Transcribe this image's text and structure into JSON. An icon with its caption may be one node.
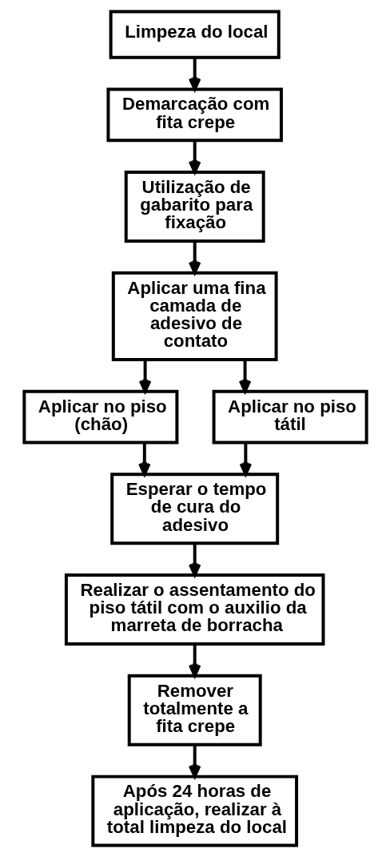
{
  "diagram": {
    "nodes": [
      {
        "text": [
          "Limpeza do local"
        ]
      },
      {
        "text": [
          "Demarcação com fita crepe"
        ]
      },
      {
        "text": [
          "Utilização de gabarito para fixação"
        ]
      },
      {
        "text": [
          "Aplicar uma fina camada de adesivo de contato"
        ]
      },
      {
        "text": [
          "Aplicar no piso (chão)"
        ]
      },
      {
        "text": [
          "Aplicar no piso tátil"
        ]
      },
      {
        "text": [
          "Esperar o tempo de cura do adesivo"
        ]
      },
      {
        "text": [
          "Realizar o assentamento do piso tátil com o auxilio da marreta de borracha"
        ]
      },
      {
        "text": [
          "Remover totalmente a fita crepe"
        ]
      },
      {
        "text": [
          "Após 24 horas de aplicação, realizar à total limpeza do local"
        ]
      }
    ],
    "edges": [
      {
        "from": 0,
        "to": 1,
        "arrow": "to"
      },
      {
        "from": 1,
        "to": 2,
        "arrow": "to"
      },
      {
        "from": 2,
        "to": 3,
        "arrow": "to"
      },
      {
        "from": 3,
        "to": 4,
        "arrow": "to"
      },
      {
        "from": 3,
        "to": 5,
        "arrow": "to"
      },
      {
        "from": 4,
        "to": 6,
        "arrow": "to"
      },
      {
        "from": 5,
        "to": 6,
        "arrow": "to"
      },
      {
        "from": 6,
        "to": 7,
        "arrow": "to"
      },
      {
        "from": 7,
        "to": 8,
        "arrow": "to"
      },
      {
        "from": 8,
        "to": 9,
        "arrow": "to"
      }
    ]
  }
}
